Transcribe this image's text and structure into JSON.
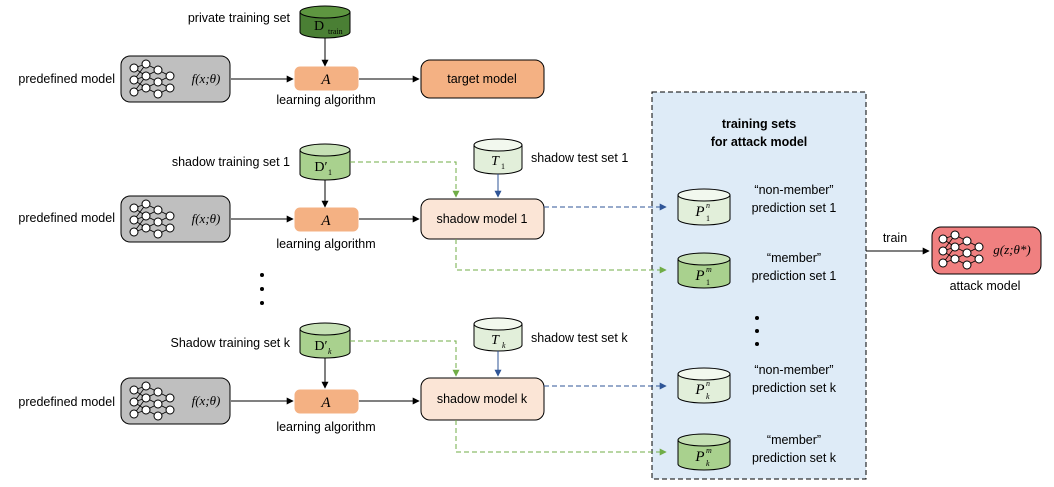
{
  "rows": {
    "target": {
      "dataset_label": "private training set",
      "dataset_symbol": "D",
      "dataset_sub": "train",
      "model_label": "predefined model",
      "model_formula": "f(x;θ)",
      "algo_symbol": "A",
      "algo_label": "learning algorithm",
      "result_label": "target model"
    },
    "shadow1": {
      "dataset_label": "shadow training set 1",
      "dataset_symbol": "D′",
      "dataset_sub": "1",
      "test_label": "shadow test set 1",
      "test_symbol": "T",
      "test_sub": "1",
      "model_label": "predefined model",
      "model_formula": "f(x;θ)",
      "algo_symbol": "A",
      "algo_label": "learning algorithm",
      "result_label": "shadow model 1"
    },
    "shadowk": {
      "dataset_label": "Shadow training set k",
      "dataset_symbol": "D′",
      "dataset_sub": "k",
      "test_label": "shadow test set k",
      "test_symbol": "T",
      "test_sub": "k",
      "model_label": "predefined model",
      "model_formula": "f(x;θ)",
      "algo_symbol": "A",
      "algo_label": "learning algorithm",
      "result_label": "shadow model k"
    }
  },
  "panel": {
    "title_line1": "training sets",
    "title_line2": "for attack model",
    "sets": [
      {
        "symbol": "P",
        "sup": "n",
        "sub": "1",
        "label_line1": "“non-member”",
        "label_line2": "prediction set 1"
      },
      {
        "symbol": "P",
        "sup": "m",
        "sub": "1",
        "label_line1": "“member”",
        "label_line2": "prediction set 1"
      },
      {
        "symbol": "P",
        "sup": "n",
        "sub": "k",
        "label_line1": "“non-member”",
        "label_line2": "prediction set k"
      },
      {
        "symbol": "P",
        "sup": "m",
        "sub": "k",
        "label_line1": "“member”",
        "label_line2": "prediction set k"
      }
    ]
  },
  "train_label": "train",
  "attack_model": {
    "formula": "g(z;θ*)",
    "label": "attack model"
  },
  "colors": {
    "dark_green": "#4a7f34",
    "light_green": "#a9d18e",
    "pale_green": "#e2efda",
    "orange": "#f4b183",
    "peach": "#fbe5d6",
    "gray": "#bfbfbf",
    "panel_bg": "#deebf7",
    "red": "#f08080",
    "arrow_green": "#70ad47",
    "arrow_blue": "#2f5597"
  }
}
